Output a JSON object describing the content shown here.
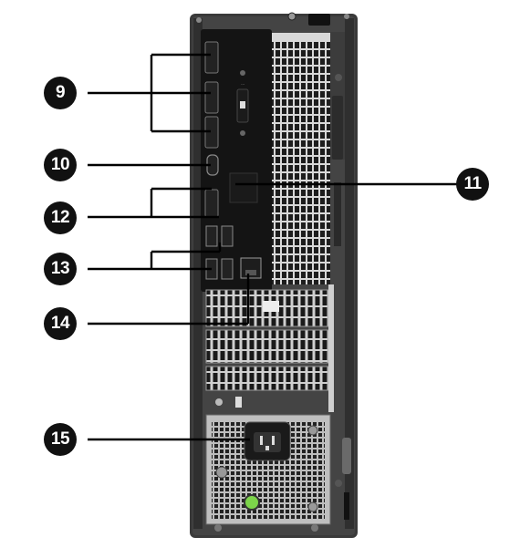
{
  "diagram": {
    "subject": "Desktop computer rear panel",
    "callouts": [
      {
        "id": "c9",
        "label": "9"
      },
      {
        "id": "c10",
        "label": "10"
      },
      {
        "id": "c11",
        "label": "11"
      },
      {
        "id": "c12",
        "label": "12"
      },
      {
        "id": "c13",
        "label": "13"
      },
      {
        "id": "c14",
        "label": "14"
      },
      {
        "id": "c15",
        "label": "15"
      }
    ],
    "colors": {
      "chassis": "#3a3a3a",
      "io_panel": "#141414",
      "callout_badge": "#111111",
      "leader_line": "#000000",
      "power_led": "#7cd44a"
    }
  }
}
